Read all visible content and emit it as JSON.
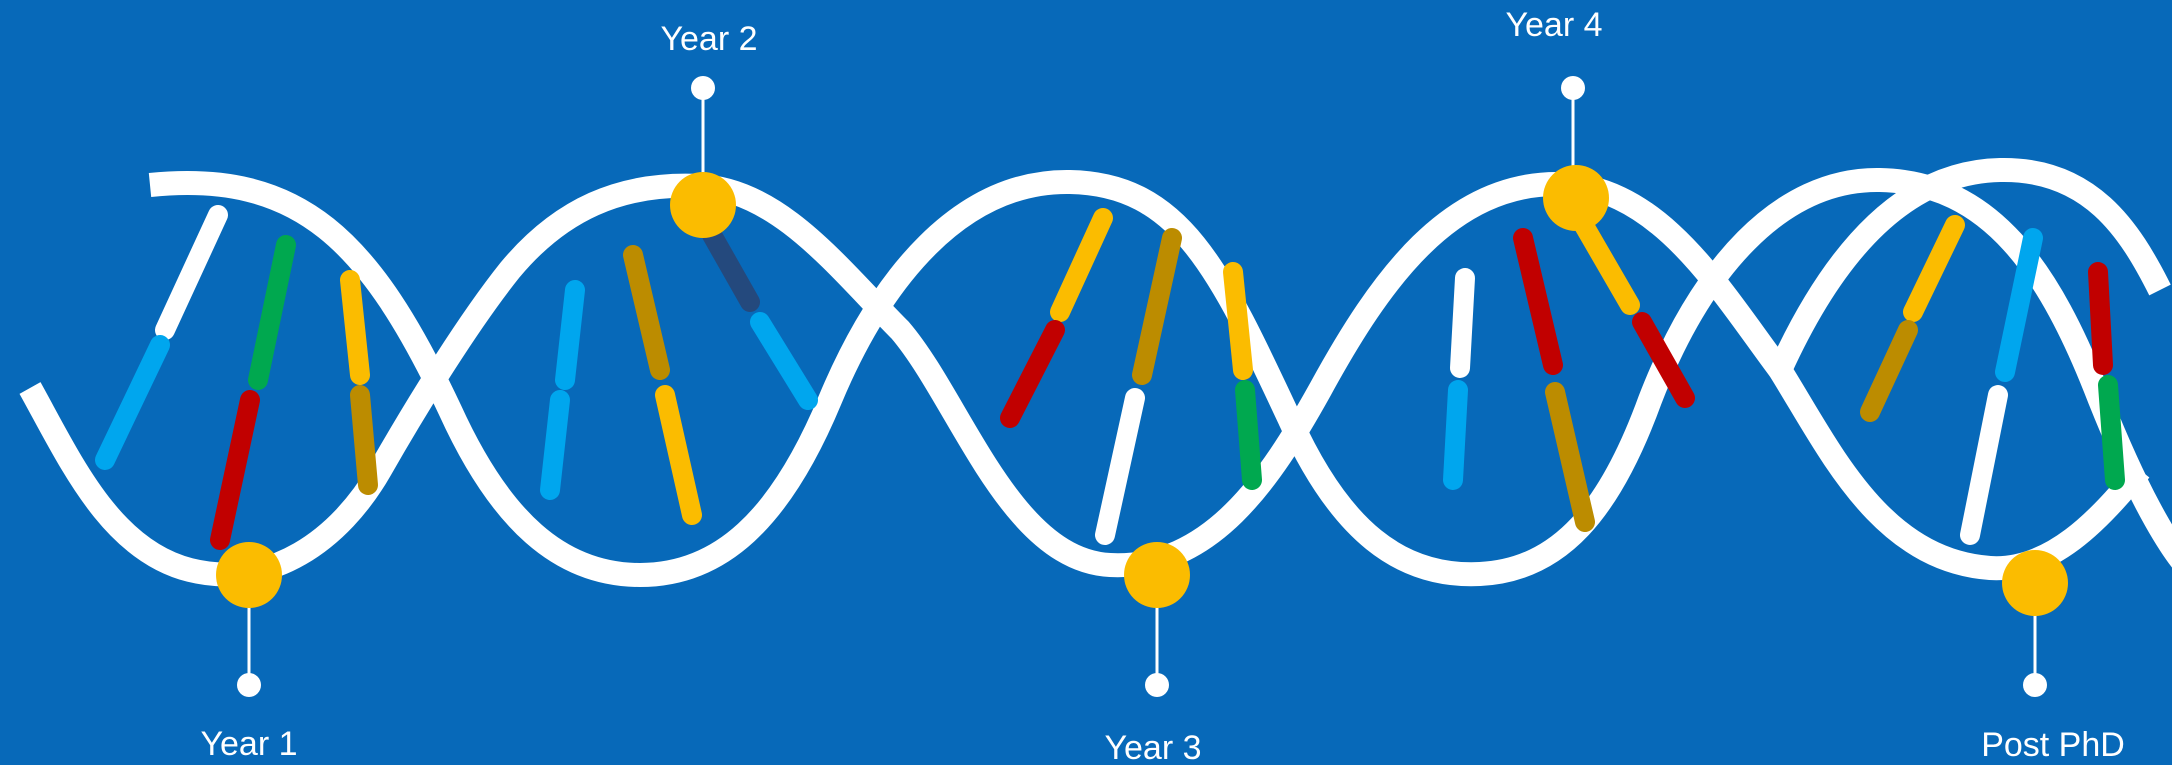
{
  "colors": {
    "background": "#0769b9",
    "strand": "#ffffff",
    "milestone_node": "#fbbc00",
    "connector": "#ffffff",
    "base_sky_blue": "#00a6ee",
    "base_green": "#00a84f",
    "base_red": "#c10000",
    "base_yellow": "#fbbc00",
    "base_dark_gold": "#bc8c00",
    "base_navy": "#24497d",
    "base_white": "#ffffff"
  },
  "milestones": [
    {
      "label": "Year 1"
    },
    {
      "label": "Year 2"
    },
    {
      "label": "Year 3"
    },
    {
      "label": "Year 4"
    },
    {
      "label": "Post PhD"
    }
  ]
}
